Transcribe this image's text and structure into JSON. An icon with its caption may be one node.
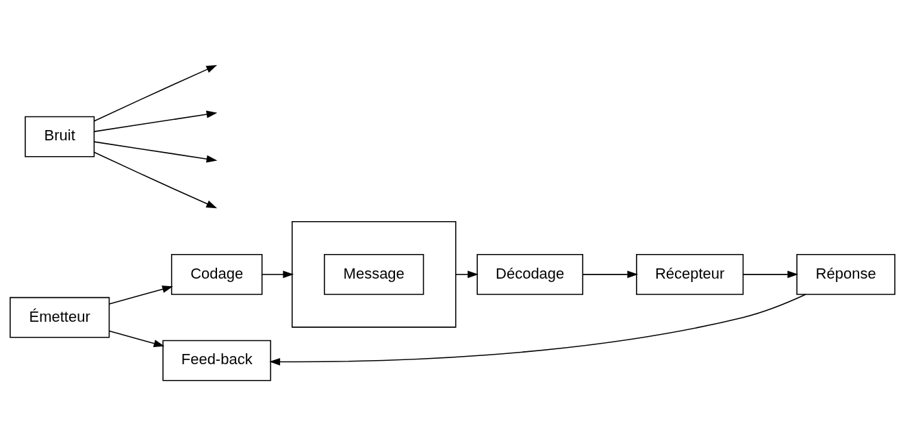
{
  "diagram": {
    "nodes": [
      {
        "text": [
          "Émetteur"
        ]
      },
      {
        "text": [
          "Codage"
        ]
      },
      {
        "text": [],
        "shape": "box"
      },
      {
        "text": [
          "Message"
        ],
        "in": 2
      },
      {
        "text": [
          "Décodage"
        ]
      },
      {
        "text": [
          "Récepteur"
        ]
      },
      {
        "text": [
          "Bruit"
        ]
      },
      {
        "text": [
          "Feed-back"
        ]
      },
      {
        "text": [
          "Réponse"
        ]
      }
    ],
    "edges": [
      {
        "from": 0,
        "to": 1,
        "arrow": "to"
      },
      {
        "from": 1,
        "to": 2,
        "arrow": "to"
      },
      {
        "from": 2,
        "to": 4,
        "arrow": "to"
      },
      {
        "from": 4,
        "to": 5,
        "arrow": "to"
      },
      {
        "from": 0,
        "to": 7,
        "arrow": "to"
      },
      {
        "from": 5,
        "to": 8,
        "arrow": "to"
      },
      {
        "from": 8,
        "to": 7,
        "arrow": "to"
      },
      {
        "from": 6,
        "to": null,
        "arrow": "to"
      },
      {
        "from": 6,
        "to": null,
        "arrow": "to"
      },
      {
        "from": 6,
        "to": null,
        "arrow": "to"
      },
      {
        "from": 6,
        "to": null,
        "arrow": "to"
      }
    ]
  }
}
